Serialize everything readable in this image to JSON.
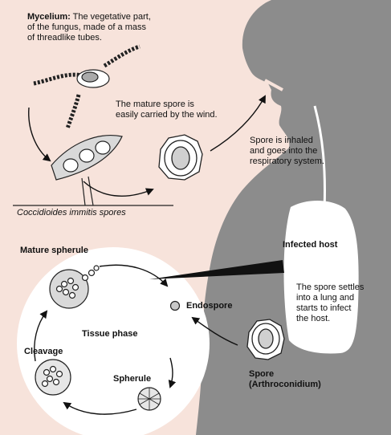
{
  "colors": {
    "background": "#f7e3db",
    "silhouette": "#8c8c8c",
    "lung": "#ffffff",
    "circle": "#ffffff",
    "arrow": "#111111"
  },
  "labels": {
    "mycelium_term": "Mycelium:",
    "mycelium_def_1": " The vegetative part,",
    "mycelium_def_2": "of the fungus, made of a mass",
    "mycelium_def_3": "of threadlike tubes.",
    "mature_spore_1": "The mature spore is",
    "mature_spore_2": "easily carried by the wind.",
    "inhaled_1": "Spore is inhaled",
    "inhaled_2": "and goes into the",
    "inhaled_3": "respiratory system.",
    "species": "Coccidioides immitis spores",
    "infected_host": "Infected host",
    "settles_1": "The spore settles",
    "settles_2": "into a lung and",
    "settles_3": "starts to infect",
    "settles_4": "the host.",
    "mature_spherule": "Mature spherule",
    "endospore": "Endospore",
    "tissue_phase": "Tissue phase",
    "cleavage": "Cleavage",
    "spherule": "Spherule",
    "spore_1": "Spore",
    "spore_2": "(Arthroconidium)"
  },
  "icons": [
    "mycelium-icon",
    "spore-cluster-icon",
    "airborne-spore-icon",
    "arthroconidium-icon",
    "mature-spherule-icon",
    "endospore-icon",
    "cleavage-icon",
    "spherule-icon",
    "human-silhouette-icon",
    "lung-icon"
  ]
}
